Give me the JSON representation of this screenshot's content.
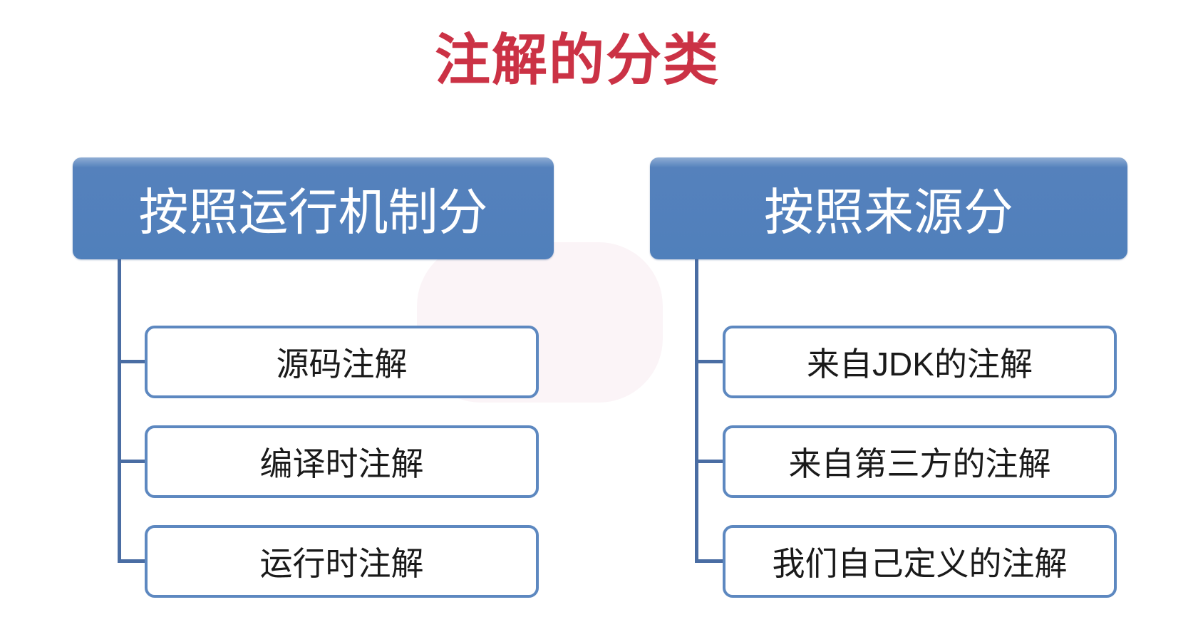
{
  "title": "注解的分类",
  "colors": {
    "title_red": "#cb3245",
    "header_fill": "#5080bb",
    "child_border": "#5d88c0",
    "connector": "#4a6da3"
  },
  "groups": [
    {
      "header": "按照运行机制分",
      "children": [
        "源码注解",
        "编译时注解",
        "运行时注解"
      ]
    },
    {
      "header": "按照来源分",
      "children": [
        "来自JDK的注解",
        "来自第三方的注解",
        "我们自己定义的注解"
      ]
    }
  ]
}
